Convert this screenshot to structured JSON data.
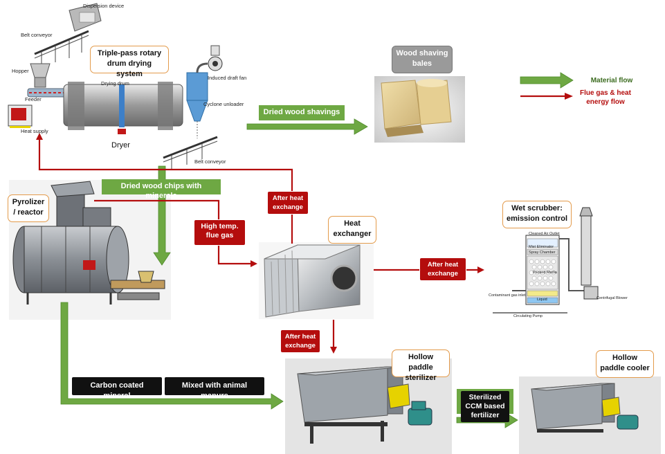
{
  "dryer_system": {
    "title": "Triple-pass rotary drum drying system",
    "labels": {
      "dispersion": "Dispersion device",
      "belt_top": "Belt conveyor",
      "hopper": "Hopper",
      "feeder": "Feeder",
      "heat_supply": "Heat supply",
      "drying_drum": "Drying drum",
      "dryer": "Dryer",
      "induced_fan": "Induced draft fan",
      "cyclone": "Cyclone unloader",
      "belt_bottom": "Belt conveyor"
    }
  },
  "wood_bales": {
    "title": "Wood shaving bales"
  },
  "legend": {
    "material": "Material flow",
    "flue": "Flue gas & heat energy flow",
    "material_color": "#6ea843",
    "flue_color": "#b40d0d"
  },
  "flows": {
    "dried_shavings": "Dried wood shavings",
    "dried_chips": "Dried wood chips with minerals",
    "high_temp": "High temp. flue gas",
    "after_heat_top": "After heat exchange",
    "after_heat_right": "After heat exchange",
    "after_heat_down": "After heat exchange",
    "sterilized": "Sterilized CCM based fertilizer",
    "carbon_coated": "Carbon coated mineral",
    "mixed": "Mixed with animal manure"
  },
  "nodes": {
    "pyrolizer": "Pyrolizer / reactor",
    "heat_exchanger": "Heat exchanger",
    "wet_scrubber": "Wet scrubber: emission control",
    "hollow_sterilizer": "Hollow paddle sterilizer",
    "hollow_cooler": "Hollow paddle cooler"
  },
  "scrubber_labels": {
    "clean_air": "Cleaned Air Outlet",
    "mist": "Mist Eliminator",
    "spray": "Spray Chamber",
    "packed": "Packed Media",
    "contaminant": "Contaminant gas inlet",
    "liquid": "Liquid",
    "blower": "Centrifugal Blower",
    "pump": "Circulating Pump"
  }
}
